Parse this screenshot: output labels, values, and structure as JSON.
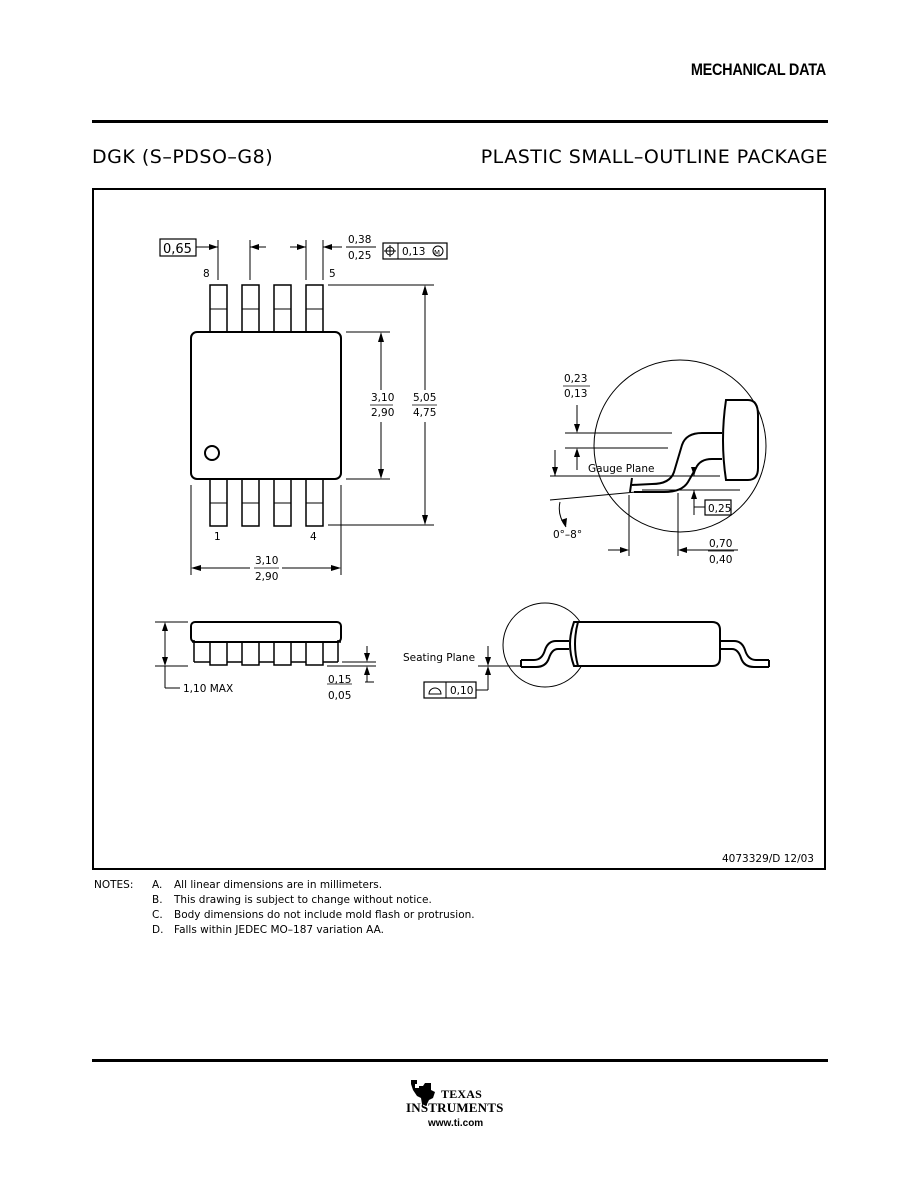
{
  "header": {
    "title": "MECHANICAL DATA",
    "package_code": "DGK (S–PDSO–G8)",
    "package_name": "PLASTIC SMALL–OUTLINE PACKAGE"
  },
  "drawing": {
    "pitch": "0,65",
    "lead_width_max": "0,38",
    "lead_width_min": "0,25",
    "position_tol": "0,13",
    "tol_modifier": "M",
    "pin_8": "8",
    "pin_5": "5",
    "pin_1": "1",
    "pin_4": "4",
    "body_width_max": "3,10",
    "body_width_min": "2,90",
    "overall_width_max": "5,05",
    "overall_width_min": "4,75",
    "body_length_max": "3,10",
    "body_length_min": "2,90",
    "lead_thick_max": "0,23",
    "lead_thick_min": "0,13",
    "gauge_plane": "Gauge Plane",
    "gauge_dim": "0,25",
    "angle": "0°–8°",
    "foot_max": "0,70",
    "foot_min": "0,40",
    "height_max": "1,10 MAX",
    "standoff_max": "0,15",
    "standoff_min": "0,05",
    "seating_plane": "Seating Plane",
    "coplanarity": "0,10",
    "doc_number": "4073329/D 12/03"
  },
  "notes": {
    "label": "NOTES:",
    "items": [
      {
        "key": "A.",
        "text": "All linear dimensions are in millimeters."
      },
      {
        "key": "B.",
        "text": "This drawing is subject to change without notice."
      },
      {
        "key": "C.",
        "text": "Body dimensions do not include mold flash or protrusion."
      },
      {
        "key": "D.",
        "text": "Falls within JEDEC MO–187 variation AA."
      }
    ]
  },
  "footer": {
    "brand_line1": "TEXAS",
    "brand_line2": "INSTRUMENTS",
    "url": "www.ti.com"
  }
}
